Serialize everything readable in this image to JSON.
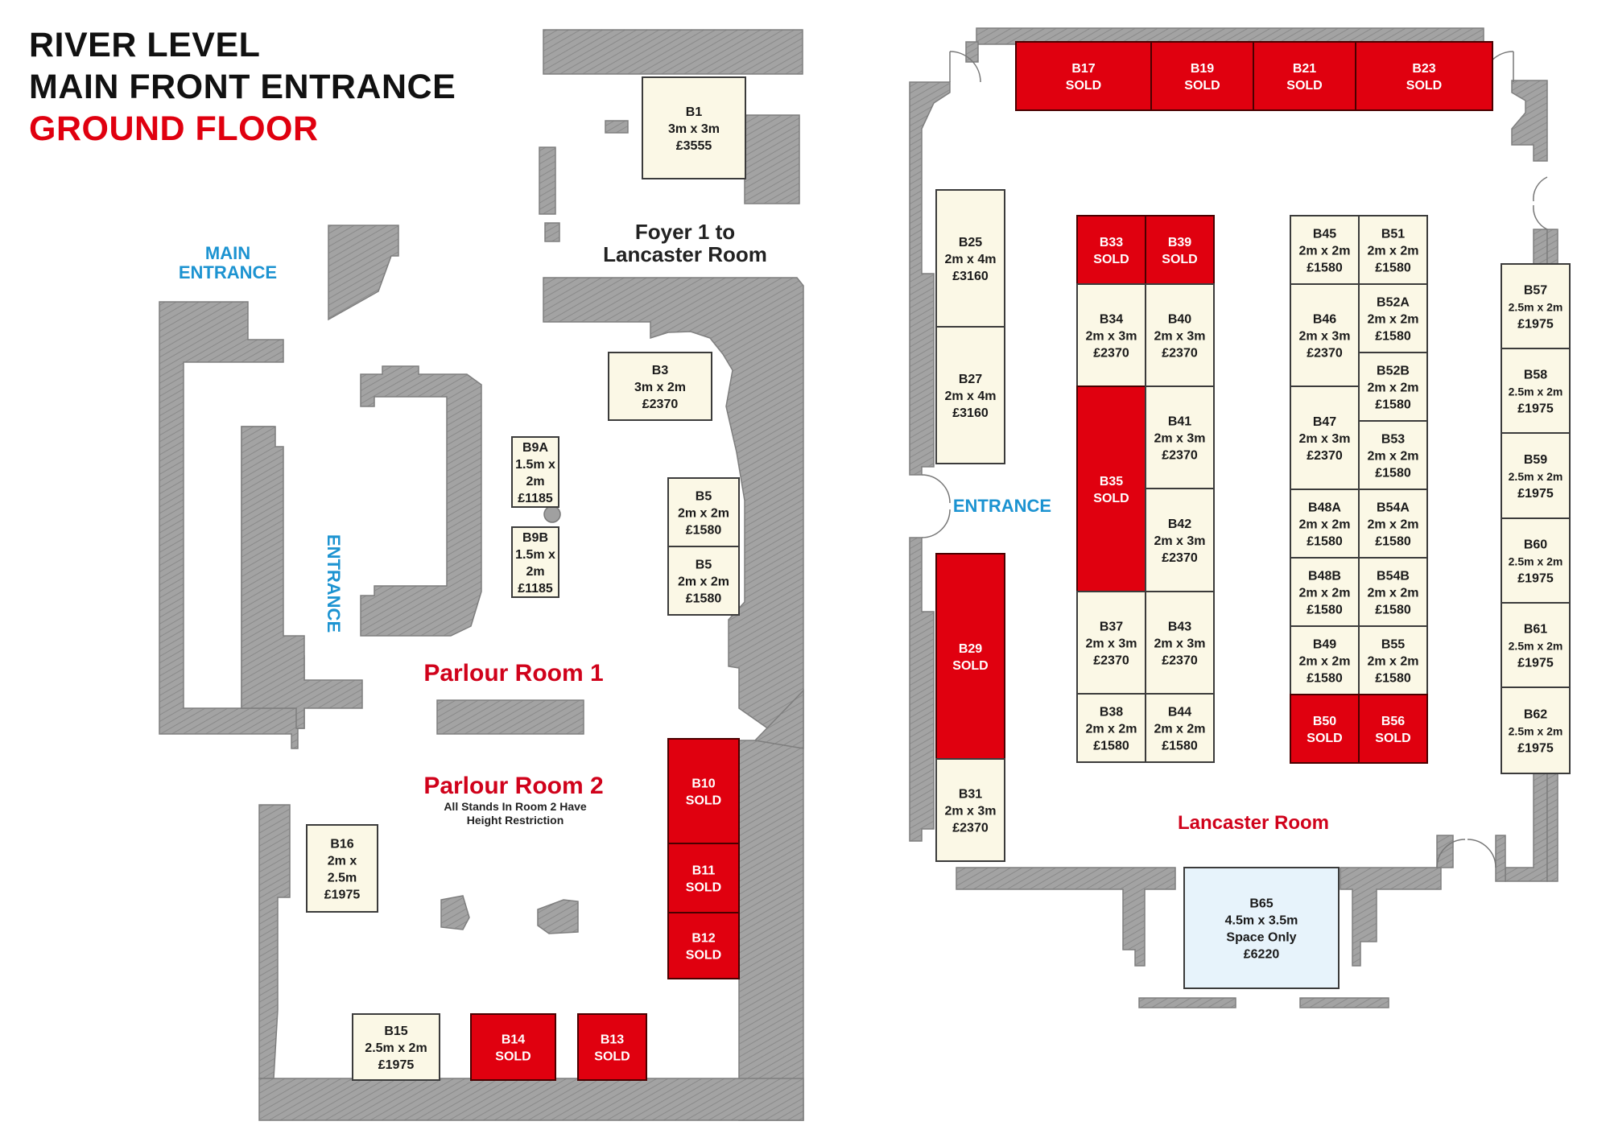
{
  "header": {
    "line1": "RIVER LEVEL",
    "line2": "MAIN FRONT ENTRANCE",
    "line3": "GROUND FLOOR"
  },
  "colors": {
    "sold": "#e0000f",
    "available": "#fbf8e6",
    "space_only": "#e7f3fb",
    "wall": "#9a9a9a",
    "entrance_label": "#1c93d1",
    "room_label": "#d0021b"
  },
  "labels": {
    "main_entrance_1": "MAIN",
    "main_entrance_2": "ENTRANCE",
    "entrance_vertical": "ENTRANCE",
    "foyer_1": "Foyer 1 to",
    "foyer_2": "Lancaster Room",
    "parlour1": "Parlour Room 1",
    "parlour2": "Parlour Room 2",
    "parlour2_note1": "All Stands In Room 2 Have",
    "parlour2_note2": "Height Restriction",
    "lancaster_entrance": "ENTRANCE",
    "lancaster_room": "Lancaster Room"
  },
  "booths": [
    {
      "id": "b1",
      "status": "available",
      "lines": [
        "B1",
        "3m x 3m",
        "£3555"
      ]
    },
    {
      "id": "b3",
      "status": "available",
      "lines": [
        "B3",
        "3m x 2m",
        "£2370"
      ]
    },
    {
      "id": "b9a",
      "status": "available",
      "lines": [
        "B9A",
        "1.5m x",
        "2m",
        "£1185"
      ]
    },
    {
      "id": "b9b",
      "status": "available",
      "lines": [
        "B9B",
        "1.5m x",
        "2m",
        "£1185"
      ]
    },
    {
      "id": "b5a",
      "status": "available",
      "lines": [
        "B5",
        "2m x 2m",
        "£1580"
      ]
    },
    {
      "id": "b5b",
      "status": "available",
      "lines": [
        "B5",
        "2m x 2m",
        "£1580"
      ]
    },
    {
      "id": "b10",
      "status": "sold",
      "lines": [
        "B10",
        "SOLD"
      ]
    },
    {
      "id": "b11",
      "status": "sold",
      "lines": [
        "B11",
        "SOLD"
      ]
    },
    {
      "id": "b12",
      "status": "sold",
      "lines": [
        "B12",
        "SOLD"
      ]
    },
    {
      "id": "b16",
      "status": "available",
      "lines": [
        "B16",
        "2m x",
        "2.5m",
        "£1975"
      ]
    },
    {
      "id": "b15",
      "status": "available",
      "lines": [
        "B15",
        "2.5m x 2m",
        "£1975"
      ]
    },
    {
      "id": "b14",
      "status": "sold",
      "lines": [
        "B14",
        "SOLD"
      ]
    },
    {
      "id": "b13",
      "status": "sold",
      "lines": [
        "B13",
        "SOLD"
      ]
    },
    {
      "id": "b17",
      "status": "sold",
      "lines": [
        "B17",
        "SOLD"
      ]
    },
    {
      "id": "b19",
      "status": "sold",
      "lines": [
        "B19",
        "SOLD"
      ]
    },
    {
      "id": "b21",
      "status": "sold",
      "lines": [
        "B21",
        "SOLD"
      ]
    },
    {
      "id": "b23",
      "status": "sold",
      "lines": [
        "B23",
        "SOLD"
      ]
    },
    {
      "id": "b25",
      "status": "available",
      "lines": [
        "B25",
        "2m x 4m",
        "£3160"
      ]
    },
    {
      "id": "b27",
      "status": "available",
      "lines": [
        "B27",
        "2m x 4m",
        "£3160"
      ]
    },
    {
      "id": "b29",
      "status": "sold",
      "lines": [
        "B29",
        "SOLD"
      ]
    },
    {
      "id": "b31",
      "status": "available",
      "lines": [
        "B31",
        "2m x 3m",
        "£2370"
      ]
    },
    {
      "id": "b33",
      "status": "sold",
      "lines": [
        "B33",
        "SOLD"
      ]
    },
    {
      "id": "b39",
      "status": "sold",
      "lines": [
        "B39",
        "SOLD"
      ]
    },
    {
      "id": "b34",
      "status": "available",
      "lines": [
        "B34",
        "2m x 3m",
        "£2370"
      ]
    },
    {
      "id": "b40",
      "status": "available",
      "lines": [
        "B40",
        "2m x 3m",
        "£2370"
      ]
    },
    {
      "id": "b35",
      "status": "sold",
      "lines": [
        "B35",
        "SOLD"
      ]
    },
    {
      "id": "b41",
      "status": "available",
      "lines": [
        "B41",
        "2m x 3m",
        "£2370"
      ]
    },
    {
      "id": "b42",
      "status": "available",
      "lines": [
        "B42",
        "2m x 3m",
        "£2370"
      ]
    },
    {
      "id": "b37",
      "status": "available",
      "lines": [
        "B37",
        "2m x 3m",
        "£2370"
      ]
    },
    {
      "id": "b43",
      "status": "available",
      "lines": [
        "B43",
        "2m x 3m",
        "£2370"
      ]
    },
    {
      "id": "b38",
      "status": "available",
      "lines": [
        "B38",
        "2m x 2m",
        "£1580"
      ]
    },
    {
      "id": "b44",
      "status": "available",
      "lines": [
        "B44",
        "2m x 2m",
        "£1580"
      ]
    },
    {
      "id": "b45",
      "status": "available",
      "lines": [
        "B45",
        "2m x 2m",
        "£1580"
      ]
    },
    {
      "id": "b51",
      "status": "available",
      "lines": [
        "B51",
        "2m x 2m",
        "£1580"
      ]
    },
    {
      "id": "b46",
      "status": "available",
      "lines": [
        "B46",
        "2m x 3m",
        "£2370"
      ]
    },
    {
      "id": "b52a",
      "status": "available",
      "lines": [
        "B52A",
        "2m x 2m",
        "£1580"
      ]
    },
    {
      "id": "b52b",
      "status": "available",
      "lines": [
        "B52B",
        "2m x 2m",
        "£1580"
      ]
    },
    {
      "id": "b47",
      "status": "available",
      "lines": [
        "B47",
        "2m x 3m",
        "£2370"
      ]
    },
    {
      "id": "b53",
      "status": "available",
      "lines": [
        "B53",
        "2m x 2m",
        "£1580"
      ]
    },
    {
      "id": "b48a",
      "status": "available",
      "lines": [
        "B48A",
        "2m x 2m",
        "£1580"
      ]
    },
    {
      "id": "b54a",
      "status": "available",
      "lines": [
        "B54A",
        "2m x 2m",
        "£1580"
      ]
    },
    {
      "id": "b48b",
      "status": "available",
      "lines": [
        "B48B",
        "2m x 2m",
        "£1580"
      ]
    },
    {
      "id": "b54b",
      "status": "available",
      "lines": [
        "B54B",
        "2m x 2m",
        "£1580"
      ]
    },
    {
      "id": "b49",
      "status": "available",
      "lines": [
        "B49",
        "2m x 2m",
        "£1580"
      ]
    },
    {
      "id": "b55",
      "status": "available",
      "lines": [
        "B55",
        "2m x 2m",
        "£1580"
      ]
    },
    {
      "id": "b50",
      "status": "sold",
      "lines": [
        "B50",
        "SOLD"
      ]
    },
    {
      "id": "b56",
      "status": "sold",
      "lines": [
        "B56",
        "SOLD"
      ]
    },
    {
      "id": "b57",
      "status": "available",
      "lines": [
        "B57",
        "2.5m x 2m",
        "£1975"
      ]
    },
    {
      "id": "b58",
      "status": "available",
      "lines": [
        "B58",
        "2.5m x 2m",
        "£1975"
      ]
    },
    {
      "id": "b59",
      "status": "available",
      "lines": [
        "B59",
        "2.5m x 2m",
        "£1975"
      ]
    },
    {
      "id": "b60",
      "status": "available",
      "lines": [
        "B60",
        "2.5m x 2m",
        "£1975"
      ]
    },
    {
      "id": "b61",
      "status": "available",
      "lines": [
        "B61",
        "2.5m x 2m",
        "£1975"
      ]
    },
    {
      "id": "b62",
      "status": "available",
      "lines": [
        "B62",
        "2.5m x 2m",
        "£1975"
      ]
    },
    {
      "id": "b65",
      "status": "space",
      "lines": [
        "B65",
        "4.5m x 3.5m",
        "Space Only",
        "£6220"
      ]
    }
  ]
}
